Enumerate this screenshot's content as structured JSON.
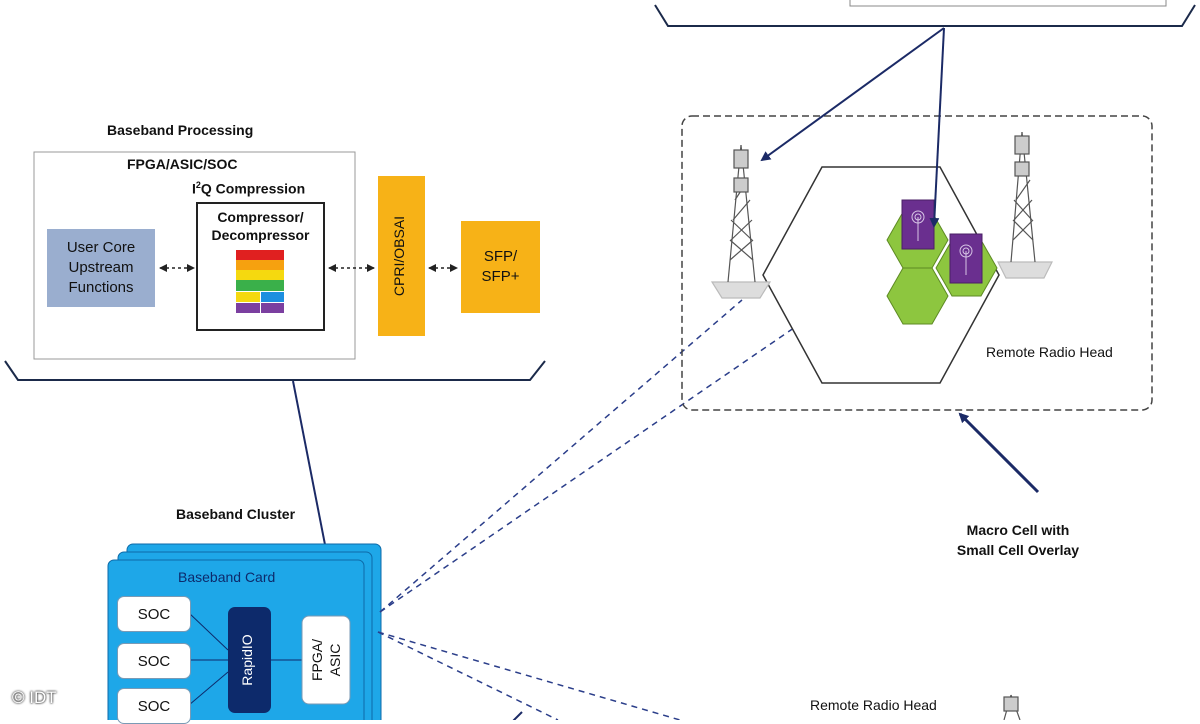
{
  "baseband_processing": {
    "title": "Baseband Processing",
    "chip_label": "FPGA/ASIC/SOC",
    "compression_prefix": "I",
    "compression_sup": "2",
    "compression_suffix": "Q Compression",
    "compressor_line1": "Compressor/",
    "compressor_line2": "Decompressor",
    "user_core_line1": "User Core",
    "user_core_line2": "Upstream",
    "user_core_line3": "Functions",
    "cpri_label": "CPRI/OBSAI",
    "sfp_line1": "SFP/",
    "sfp_line2": "SFP+"
  },
  "baseband_cluster": {
    "title": "Baseband Cluster",
    "card_label": "Baseband Card",
    "soc_labels": [
      "SOC",
      "SOC",
      "SOC"
    ],
    "rapidio_label": "RapidIO",
    "fpga_line1": "FPGA/",
    "fpga_line2": "ASIC"
  },
  "macro_cell": {
    "rrh_label": "Remote Radio Head",
    "caption_line1": "Macro Cell with",
    "caption_line2": "Small Cell Overlay"
  },
  "bottom_rrh_label": "Remote Radio Head",
  "copyright": "© IDT",
  "colors": {
    "user_core": "#9aaecf",
    "orange": "#f7b217",
    "card_blue": "#1ea7e8",
    "rapidio": "#0d2a6b",
    "green_cell": "#8dc63f",
    "purple": "#6a2f8f",
    "arrow": "#1b2a66"
  }
}
